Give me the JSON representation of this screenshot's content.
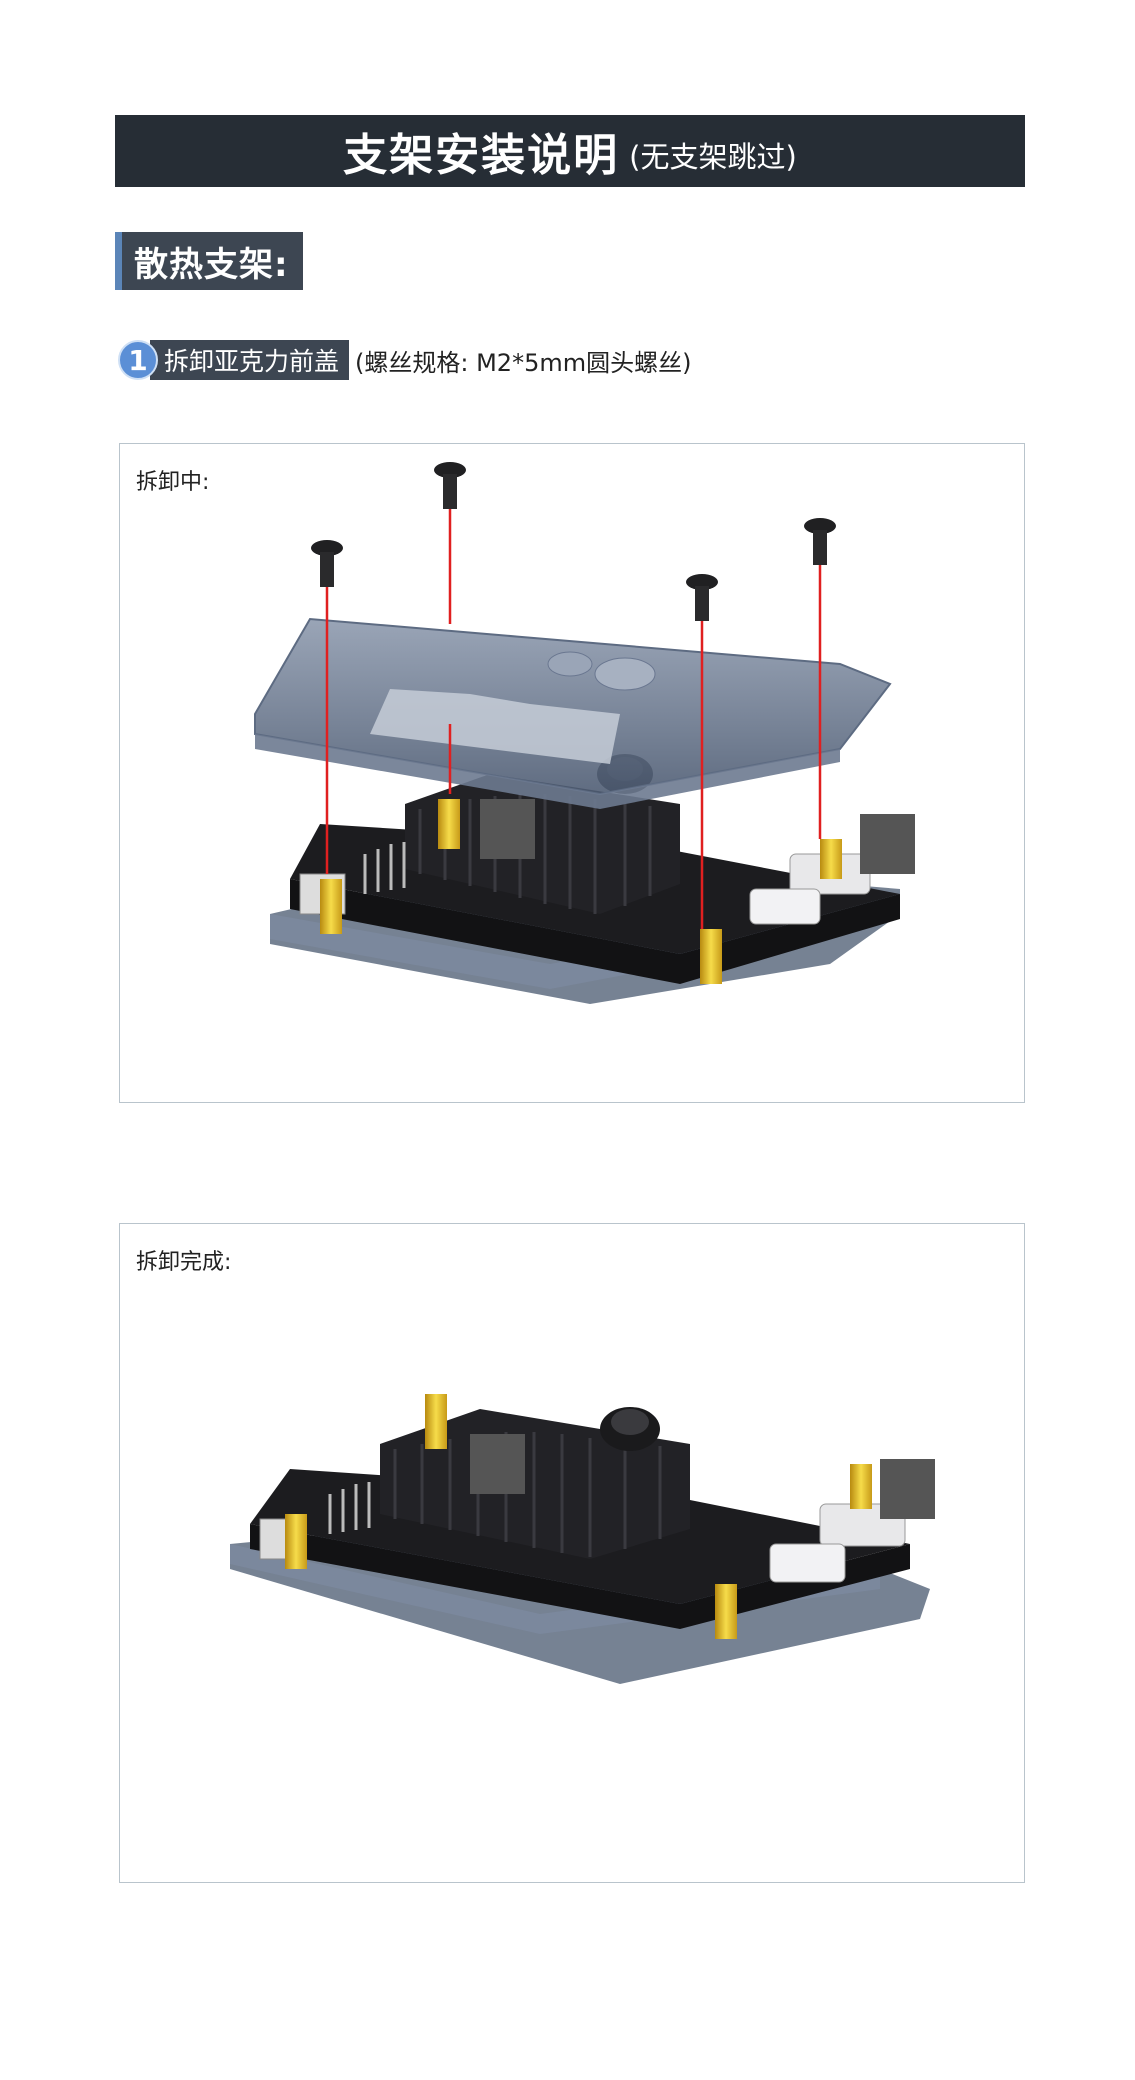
{
  "header": {
    "title": "支架安装说明",
    "subtitle": "(无支架跳过)"
  },
  "section": {
    "title": "散热支架:"
  },
  "step1": {
    "number": "1",
    "label": "拆卸亚克力前盖",
    "note": "(螺丝规格: M2*5mm圆头螺丝)"
  },
  "panels": [
    {
      "label": "拆卸中:"
    },
    {
      "label": "拆卸完成:"
    }
  ],
  "colors": {
    "title_bar": "#262d35",
    "section_bg": "#3d4652",
    "accent": "#5b85b8",
    "step_circle": "#5b8fd6",
    "panel_border": "#b9c4cc",
    "screw_line": "#e02020",
    "standoff": "#e8c020",
    "heatsink": "#1d1d1f",
    "acrylic": "#5d6b82"
  }
}
